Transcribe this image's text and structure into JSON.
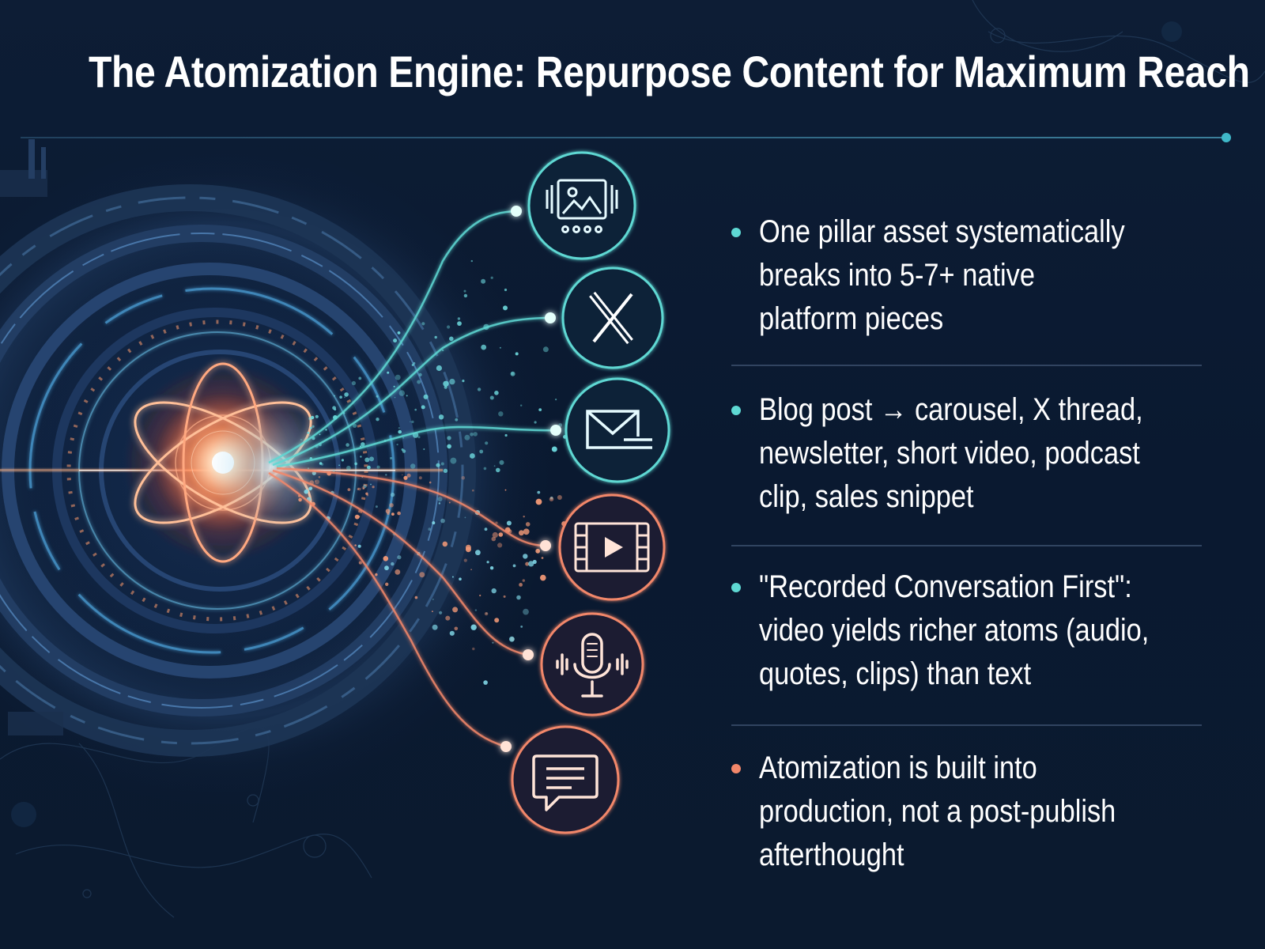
{
  "title": "The Atomization Engine: Repurpose Content for Maximum Reach",
  "colors": {
    "background": "#0b1a30",
    "teal_accent": "#5ed8d3",
    "coral_accent": "#f2876a",
    "text": "#ffffff"
  },
  "channel_icons": [
    {
      "icon": "image-carousel-icon",
      "accent": "teal"
    },
    {
      "icon": "x-logo-icon",
      "accent": "teal"
    },
    {
      "icon": "envelope-icon",
      "accent": "teal"
    },
    {
      "icon": "video-play-icon",
      "accent": "coral"
    },
    {
      "icon": "microphone-icon",
      "accent": "coral"
    },
    {
      "icon": "chat-bubble-icon",
      "accent": "coral"
    }
  ],
  "bullets": [
    {
      "dot_color": "#5ed8d3",
      "lines": [
        "One pillar asset systematically",
        "breaks into 5-7+ native",
        "platform pieces"
      ]
    },
    {
      "dot_color": "#5ed8d3",
      "lines": [
        "Blog post → carousel, X thread,",
        "newsletter, short video, podcast",
        "clip, sales snippet"
      ]
    },
    {
      "dot_color": "#5ed8d3",
      "lines": [
        "\"Recorded Conversation First\":",
        "video yields richer atoms (audio,",
        "quotes, clips) than text"
      ]
    },
    {
      "dot_color": "#f2876a",
      "lines": [
        "Atomization is built into",
        "production, not a post-publish",
        "afterthought"
      ]
    }
  ]
}
